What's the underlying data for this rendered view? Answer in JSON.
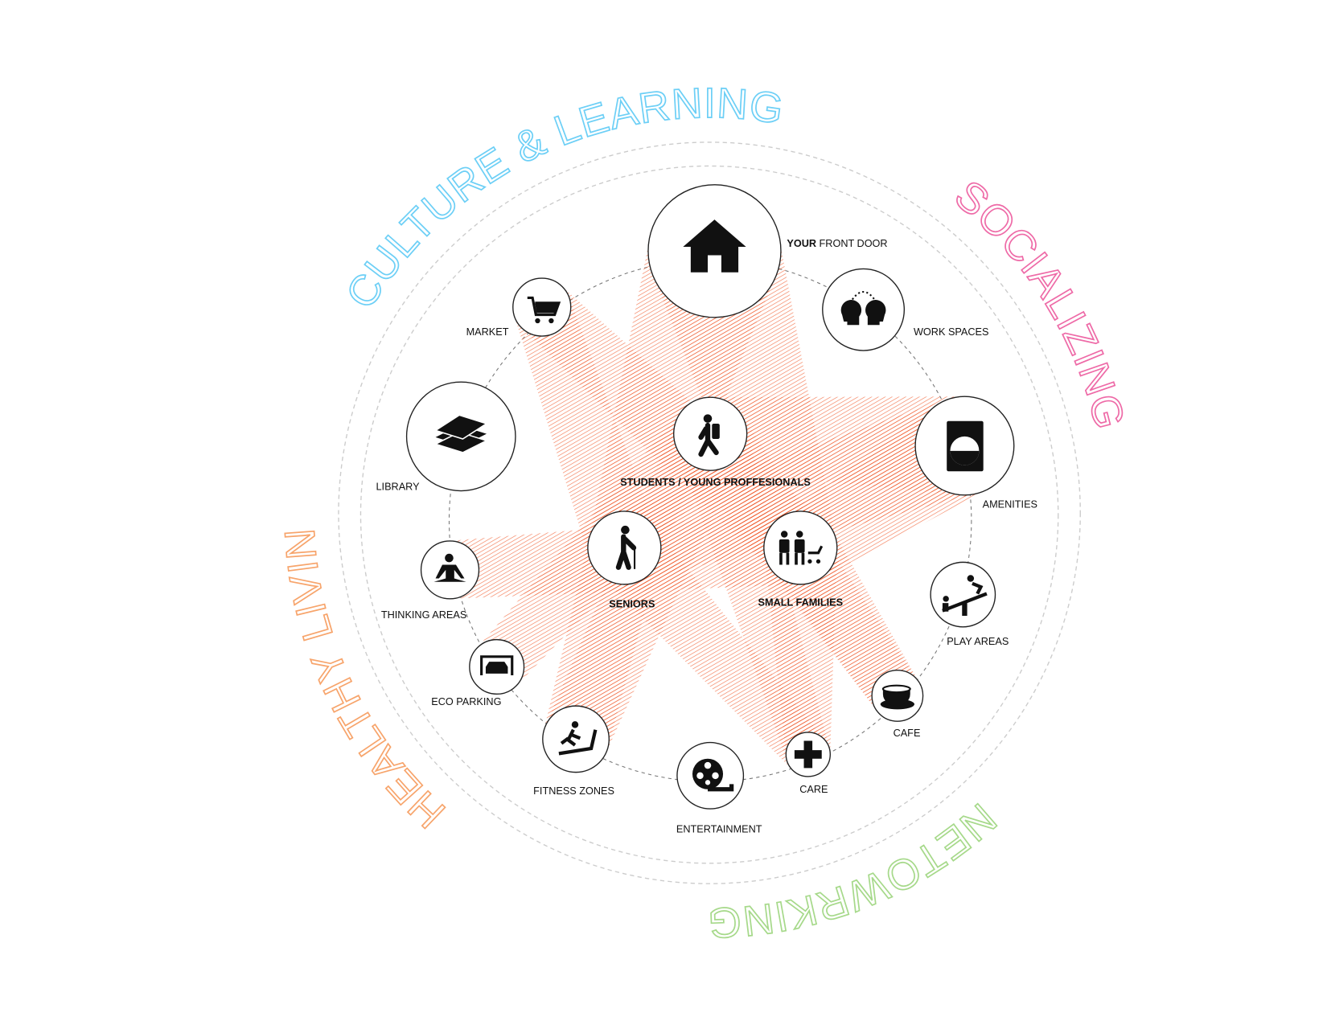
{
  "categories": [
    {
      "id": "culture",
      "label": "CULTURE & LEARNING",
      "color": "#6ccff6"
    },
    {
      "id": "socializing",
      "label": "SOCIALIZING",
      "color": "#ee6aa7"
    },
    {
      "id": "networking",
      "label": "NETOWRKING",
      "color": "#a6d98a"
    },
    {
      "id": "healthy",
      "label": "HEALTHY LIVING",
      "color": "#f7a46b"
    }
  ],
  "band_color": "#f15a2b",
  "nodes": {
    "front_door": {
      "label_bold": "YOUR",
      "label": " FRONT DOOR",
      "icon": "house-icon"
    },
    "work_spaces": {
      "label": "WORK SPACES",
      "icon": "minds-icon"
    },
    "amenities": {
      "label": "AMENITIES",
      "icon": "washing-machine-icon"
    },
    "play_areas": {
      "label": "PLAY AREAS",
      "icon": "seesaw-icon"
    },
    "cafe": {
      "label": "CAFE",
      "icon": "coffee-cup-icon"
    },
    "care": {
      "label": "CARE",
      "icon": "medical-cross-icon"
    },
    "entertainment": {
      "label": "ENTERTAINMENT",
      "icon": "film-reel-icon"
    },
    "fitness": {
      "label": "FITNESS ZONES",
      "icon": "treadmill-icon"
    },
    "eco_parking": {
      "label": "ECO PARKING",
      "icon": "garage-car-icon"
    },
    "thinking": {
      "label": "THINKING AREAS",
      "icon": "meditation-icon"
    },
    "library": {
      "label": "LIBRARY",
      "icon": "books-icon"
    },
    "market": {
      "label": "MARKET",
      "icon": "shopping-cart-icon"
    },
    "students": {
      "label": "STUDENTS / YOUNG PROFFESIONALS",
      "icon": "student-backpack-icon"
    },
    "seniors": {
      "label": "SENIORS",
      "icon": "senior-cane-icon"
    },
    "families": {
      "label": "SMALL FAMILIES",
      "icon": "family-stroller-icon"
    }
  },
  "connections": [
    [
      "front_door",
      "seniors"
    ],
    [
      "front_door",
      "families"
    ],
    [
      "market",
      "families"
    ],
    [
      "market",
      "seniors"
    ],
    [
      "amenities",
      "students"
    ],
    [
      "amenities",
      "seniors"
    ],
    [
      "amenities",
      "families"
    ],
    [
      "thinking",
      "families"
    ],
    [
      "eco_parking",
      "students"
    ],
    [
      "fitness",
      "students"
    ],
    [
      "fitness",
      "seniors"
    ],
    [
      "care",
      "seniors"
    ],
    [
      "care",
      "students"
    ],
    [
      "care",
      "families"
    ],
    [
      "cafe",
      "families"
    ],
    [
      "cafe",
      "students"
    ]
  ]
}
